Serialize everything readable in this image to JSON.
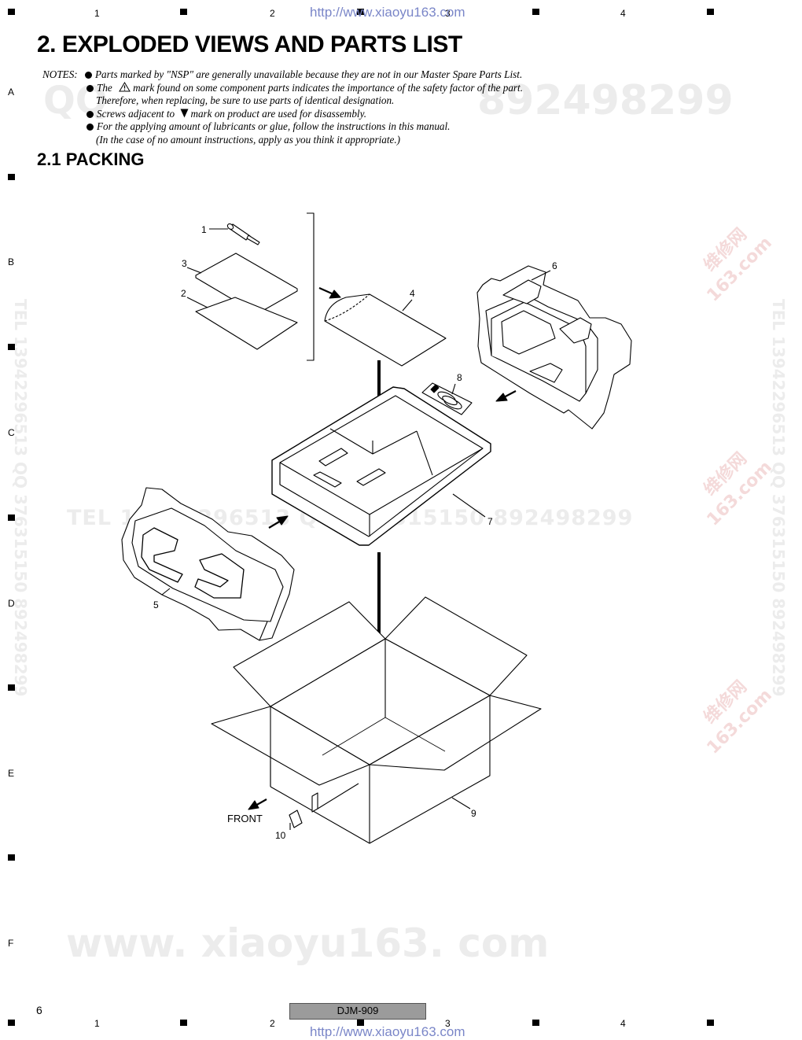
{
  "header": {
    "url": "http://www.xiaoyu163.com",
    "grid_numbers": [
      "1",
      "2",
      "3",
      "4"
    ],
    "grid_letters": [
      "A",
      "B",
      "C",
      "D",
      "E",
      "F"
    ]
  },
  "title": "2. EXPLODED VIEWS AND PARTS LIST",
  "notes": {
    "label": "NOTES:",
    "items": [
      "Parts marked by \"NSP\" are generally unavailable because they are not in our Master Spare Parts List.",
      "The",
      "mark found on some component parts indicates the importance of the safety factor of the part.",
      "Therefore, when replacing, be sure to use parts of identical designation.",
      "Screws adjacent to",
      "mark on product are used for disassembly.",
      "For the applying amount of lubricants or glue, follow the instructions in this manual.",
      "(In the case of no amount instructions, apply as you think it appropriate.)"
    ]
  },
  "section": "2.1  PACKING",
  "diagram": {
    "callouts": [
      "1",
      "2",
      "3",
      "4",
      "5",
      "6",
      "7",
      "8",
      "9",
      "10"
    ],
    "front_label": "FRONT"
  },
  "watermarks": {
    "qq_left": "QQ",
    "qq_right": "892498299",
    "tel_line": "TEL 13942296513 QQ 376315150 892498299",
    "vertical": "TEL 13942296513 QQ 376315150 892498299",
    "site": "www. xiaoyu163. com",
    "cn_mark": "维修网",
    "cn_com": "163.com"
  },
  "footer": {
    "page_number": "6",
    "model": "DJM-909",
    "url": "http://www.xiaoyu163.com"
  }
}
